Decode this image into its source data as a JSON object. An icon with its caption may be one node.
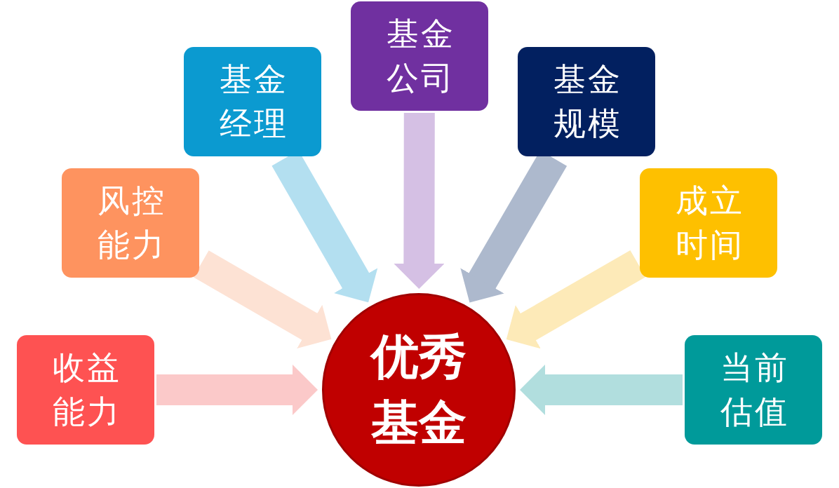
{
  "diagram": {
    "nodes": [
      {
        "text": [
          "基金公司"
        ]
      },
      {
        "text": [
          "基金经理"
        ]
      },
      {
        "text": [
          "基金规模"
        ]
      },
      {
        "text": [
          "风控能力"
        ]
      },
      {
        "text": [
          "成立时间"
        ]
      },
      {
        "text": [
          "收益能力"
        ]
      },
      {
        "text": [
          "当前估值"
        ]
      },
      {
        "text": [
          "优秀基金"
        ]
      }
    ],
    "edges": [
      {
        "from": 0,
        "to": 7,
        "arrow": "to",
        "color": "#d5c0e4"
      },
      {
        "from": 1,
        "to": 7,
        "arrow": "to",
        "color": "#b3dff0"
      },
      {
        "from": 2,
        "to": 7,
        "arrow": "to",
        "color": "#adb9cd"
      },
      {
        "from": 3,
        "to": 7,
        "arrow": "to",
        "color": "#fde2d4"
      },
      {
        "from": 4,
        "to": 7,
        "arrow": "to",
        "color": "#fdeab8"
      },
      {
        "from": 5,
        "to": 7,
        "arrow": "to",
        "color": "#fbc9c9"
      },
      {
        "from": 6,
        "to": 7,
        "arrow": "to",
        "color": "#b1dede"
      }
    ]
  }
}
